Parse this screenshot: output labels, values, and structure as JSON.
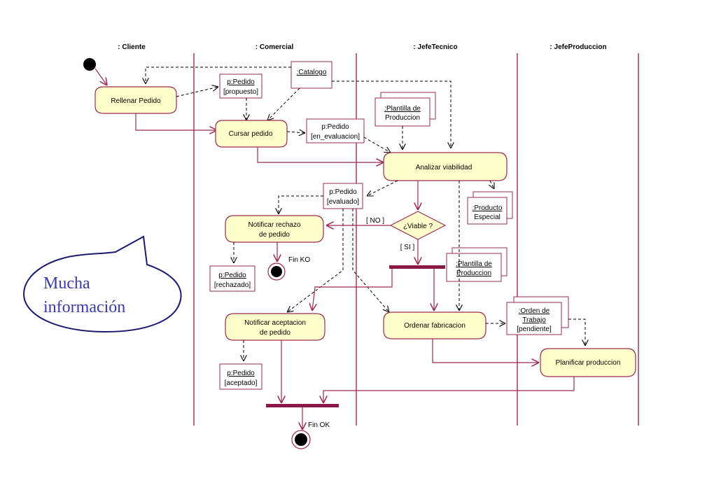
{
  "swimlanes": [
    ": Cliente",
    ": Comercial",
    ": JefeTecnico",
    ": JefeProduccion"
  ],
  "activities": {
    "rellenar": "Rellenar Pedido",
    "cursar": "Cursar pedido",
    "analizar": "Analizar viabilidad",
    "notificar_rechazo_1": "Notificar rechazo",
    "notificar_rechazo_2": "de pedido",
    "notificar_aceptacion_1": "Notificar aceptacion",
    "notificar_aceptacion_2": "de pedido",
    "ordenar": "Ordenar fabricacion",
    "planificar": "Planificar produccion"
  },
  "objects": {
    "pedido_propuesto_1": "p:Pedido",
    "pedido_propuesto_2": "[propuesto]",
    "catalogo": ":Catalogo",
    "pedido_eval_1": "p:Pedido",
    "pedido_eval_2": "[en_evaluacion]",
    "plantilla1_1": ":Plantilla de",
    "plantilla1_2": "Produccion",
    "pedido_evaluado_1": "p:Pedido",
    "pedido_evaluado_2": "[evaluado]",
    "producto_1": ":Producto",
    "producto_2": "Especial",
    "plantilla2_1": ":Plantilla de",
    "plantilla2_2": "Produccion",
    "pedido_rechazado_1": "p:Pedido",
    "pedido_rechazado_2": "[rechazado]",
    "orden_1": ":Orden de",
    "orden_2": "Trabajo",
    "orden_3": "[pendiente]",
    "pedido_aceptado_1": "p:Pedido",
    "pedido_aceptado_2": "[aceptado]"
  },
  "decision": "¿Viable ?",
  "guards": {
    "no": "[ NO ]",
    "si": "[ SI ]"
  },
  "finals": {
    "ko": "Fin KO",
    "ok": "Fin OK"
  },
  "callout": {
    "line1": "Mucha",
    "line2": "información"
  }
}
